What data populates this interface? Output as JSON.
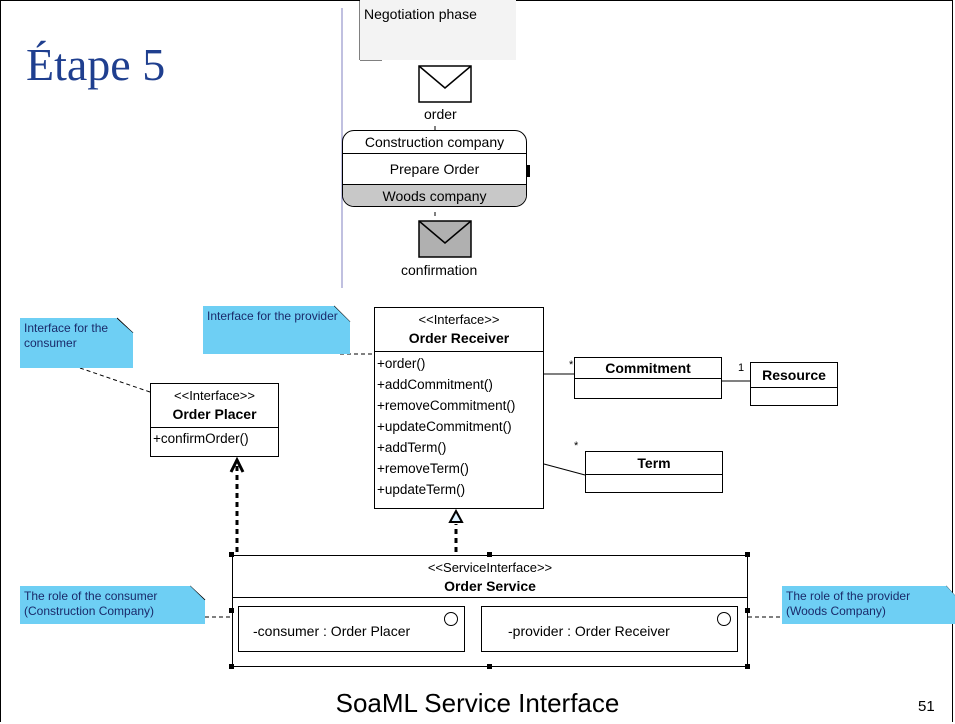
{
  "slide": {
    "title": "Étape 5",
    "footer": "SoaML Service Interface",
    "page_number": "51"
  },
  "process": {
    "phase_label": "Negotiation phase",
    "message_in": "order",
    "activity": {
      "top_lane": "Construction company",
      "task": "Prepare Order",
      "bottom_lane": "Woods company"
    },
    "message_out": "confirmation"
  },
  "classes": {
    "order_receiver": {
      "stereotype": "<<Interface>>",
      "name": "Order Receiver",
      "operations": [
        "+order()",
        "+addCommitment()",
        "+removeCommitment()",
        "+updateCommitment()",
        "+addTerm()",
        "+removeTerm()",
        "+updateTerm()"
      ]
    },
    "order_placer": {
      "stereotype": "<<Interface>>",
      "name": "Order Placer",
      "operations": [
        "+confirmOrder()"
      ]
    },
    "commitment": {
      "name": "Commitment",
      "multiplicity": "*"
    },
    "resource": {
      "name": "Resource",
      "multiplicity": "1"
    },
    "term": {
      "name": "Term",
      "multiplicity": "*"
    },
    "order_service": {
      "stereotype": "<<ServiceInterface>>",
      "name": "Order Service",
      "consumer_part": "-consumer : Order Placer",
      "provider_part": "-provider : Order Receiver"
    }
  },
  "notes": {
    "consumer_interface": "Interface for the consumer",
    "provider_interface": "Interface for the provider",
    "consumer_role": "The role of the consumer (Construction Company)",
    "provider_role": "The role of the provider (Woods Company)"
  },
  "colors": {
    "note_fill": "#6ecff4",
    "title_color": "#1f3f8f",
    "lane_gray": "#c8c8c8"
  }
}
